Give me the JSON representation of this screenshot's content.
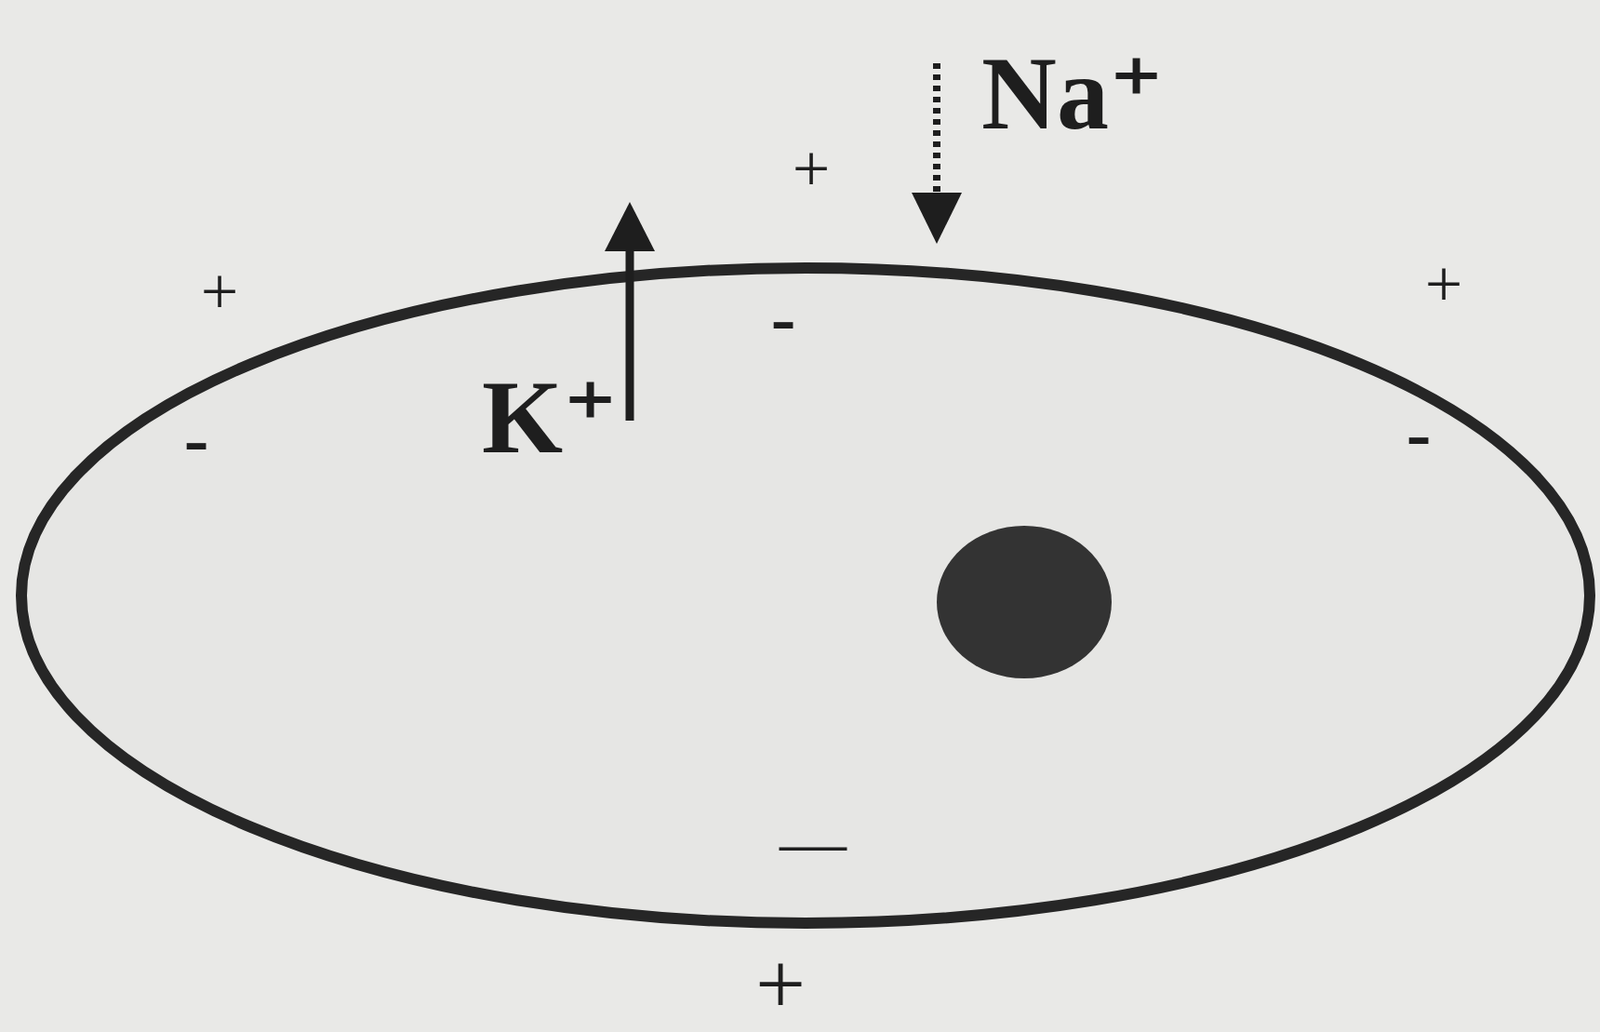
{
  "diagram": {
    "labels": [
      "Na⁺",
      "K⁺",
      "+",
      "+",
      "+",
      "+",
      "-",
      "-",
      "-",
      "—"
    ]
  }
}
